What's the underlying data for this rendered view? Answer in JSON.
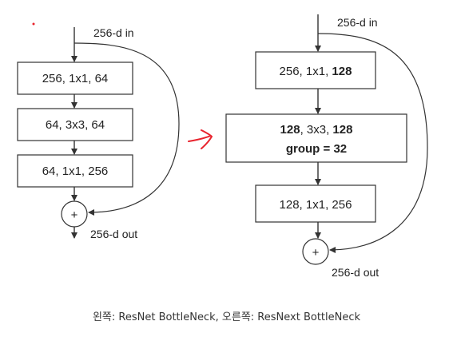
{
  "left_block": {
    "input_label": "256-d in",
    "output_label": "256-d out",
    "layers": [
      "256, 1x1, 64",
      "64, 3x3, 64",
      "64, 1x1, 256"
    ],
    "add_symbol": "+"
  },
  "right_block": {
    "input_label": "256-d in",
    "output_label": "256-d out",
    "layer1": {
      "prefix": "256, 1x1, ",
      "bold": "128"
    },
    "layer2": {
      "bold1": "128",
      "mid": ", 3x3, ",
      "bold2": "128",
      "line2": "group = 32"
    },
    "layer3": "128, 1x1, 256",
    "add_symbol": "+"
  },
  "caption": "왼쪽: ResNet BottleNeck, 오른쪽: ResNext BottleNeck",
  "colors": {
    "stroke": "#333333",
    "annotation_arrow": "#e8232d",
    "dot": "#e8232d"
  }
}
